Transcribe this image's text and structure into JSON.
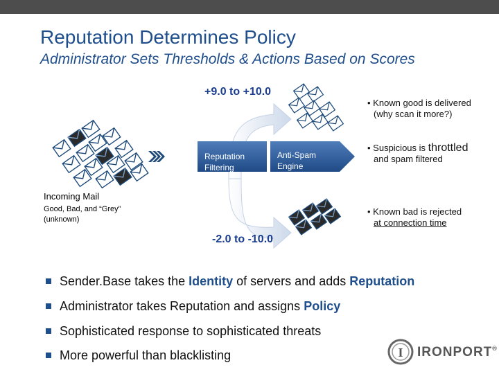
{
  "header": {
    "title": "Reputation Determines Policy",
    "subtitle": "Administrator Sets Thresholds & Actions Based on Scores"
  },
  "diagram": {
    "score_high": "+9.0 to +10.0",
    "score_low": "-2.0 to -10.0",
    "box_reputation": [
      "Reputation",
      "Filtering"
    ],
    "box_antispam": [
      "Anti-Spam",
      "Engine"
    ],
    "incoming_title": "Incoming Mail",
    "incoming_subtitle": "Good, Bad, and “Grey” (unknown)"
  },
  "notes": {
    "good": [
      "• Known good is delivered",
      "(why scan it more?)"
    ],
    "suspicious_prefix": "• Suspicious is ",
    "suspicious_emph": "throttled",
    "suspicious_line2": "and spam filtered",
    "bad_line1": "• Known bad is rejected",
    "bad_line2": "at connection time"
  },
  "bullets": [
    {
      "pre": "Sender.Base takes the ",
      "em1": "Identity",
      "mid": " of servers and adds ",
      "em2": "Reputation"
    },
    {
      "pre": "Administrator takes Reputation and assigns ",
      "em1": "Policy",
      "mid": "",
      "em2": ""
    },
    {
      "pre": "Sophisticated response to sophisticated threats",
      "em1": "",
      "mid": "",
      "em2": ""
    },
    {
      "pre": "More powerful than blacklisting",
      "em1": "",
      "mid": "",
      "em2": ""
    }
  ],
  "logo": {
    "text": "IRONPORT",
    "trademark": "®",
    "mark_letter": "I"
  },
  "colors": {
    "title": "#1f4e8c",
    "score": "#1a3d8f",
    "accent_box": "#2a5b9c",
    "topbar": "#4d4d4d"
  }
}
